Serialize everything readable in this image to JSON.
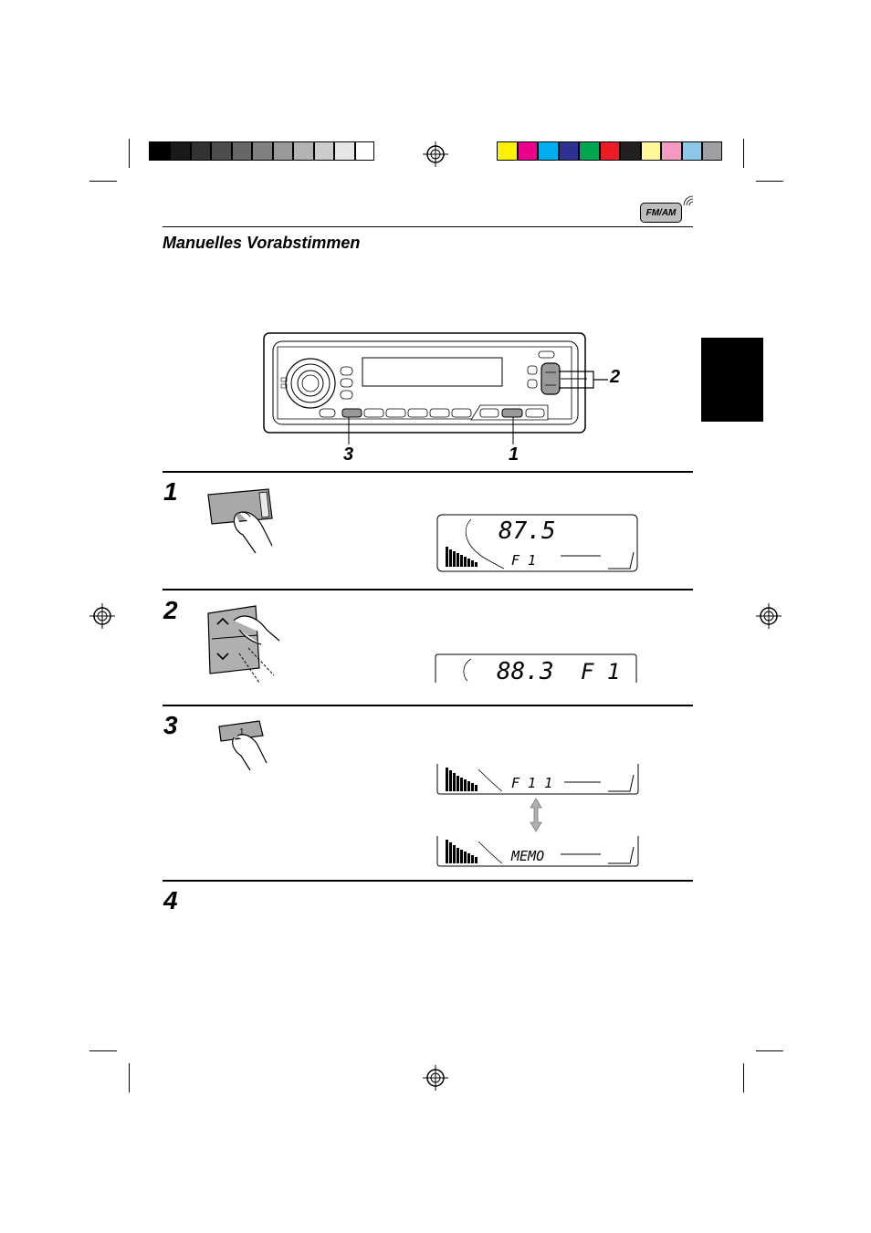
{
  "colors": {
    "gray_scale": [
      "#000000",
      "#1a1a1a",
      "#333333",
      "#4d4d4d",
      "#666666",
      "#808080",
      "#999999",
      "#b3b3b3",
      "#cccccc",
      "#e6e6e6",
      "#ffffff"
    ],
    "color_bar": [
      "#fff200",
      "#ec008c",
      "#00aeef",
      "#2e3192",
      "#00a651",
      "#ed1c24",
      "#231f20",
      "#fff799",
      "#f49ac1",
      "#8dc8e8",
      "#9d9fa2"
    ],
    "side_tab": "#000000"
  },
  "header": {
    "badge_label": "FM/AM",
    "title": "Manuelles Vorabstimmen"
  },
  "callouts": {
    "c1": "1",
    "c2": "2",
    "c3": "3"
  },
  "steps": [
    {
      "number": "1",
      "lcd_main": "87.5",
      "lcd_sub": "F 1"
    },
    {
      "number": "2",
      "lcd_main": "88.3",
      "lcd_sub": "F 1"
    },
    {
      "number": "3",
      "button_label": "1",
      "lcd_a": "F 1   1",
      "lcd_b": "MEMO"
    },
    {
      "number": "4"
    }
  ],
  "icons": [
    "registration-mark-icon",
    "finger-press-icon",
    "up-down-arrow-icon"
  ]
}
